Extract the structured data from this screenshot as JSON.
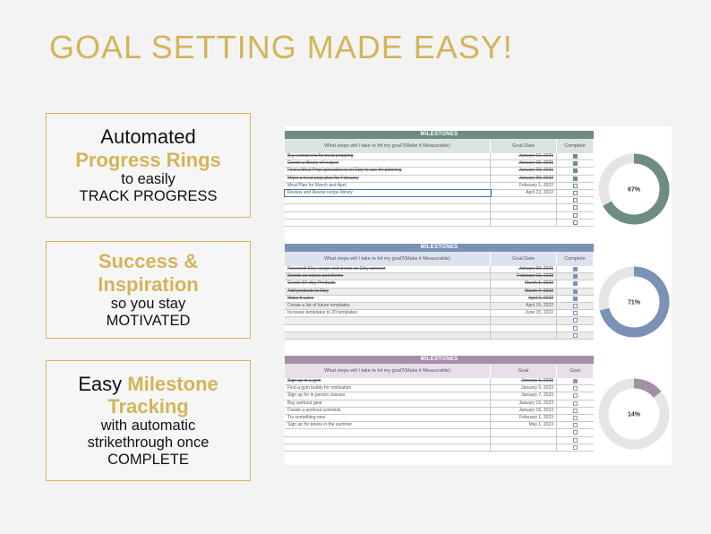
{
  "headline": "GOAL SETTING MADE EASY!",
  "features": [
    {
      "l1": "Automated",
      "l2": "Progress Rings",
      "l3": "to easily",
      "l4": "TRACK PROGRESS"
    },
    {
      "l1": "Success &",
      "l2": "Inspiration",
      "l3": "so you stay",
      "l4": "MOTIVATED"
    },
    {
      "l1": "Easy",
      "l1b": "Milestone",
      "l2": "Tracking",
      "l3": "with automatic",
      "l4": "strikethrough once",
      "l5": "COMPLETE"
    }
  ],
  "colors": {
    "gold": "#d4b45a",
    "teal": "#6e8c84",
    "blue": "#7b92b7",
    "purple": "#a58fa8",
    "ring_bg": "#e5e5e5"
  },
  "blocks": [
    {
      "title": "MILESTONES",
      "question": "What steps will I take to hit my goal?",
      "question_sub": "(Make it Measurable)",
      "date_header": "Goal Date",
      "check_header": "Complete",
      "accent": "#6e8c84",
      "sub_bg": "#dbe4df",
      "progress": 67,
      "progress_label": "67%",
      "rows": [
        {
          "text": "Buy containers for meal prepping",
          "date": "January 10, 2021",
          "done": true
        },
        {
          "text": "Create a library of recipes",
          "date": "January 15, 2021",
          "done": true
        },
        {
          "text": "Find a Meal Prep spreadsheet on Etsy to use for planning",
          "date": "January 23, 2021",
          "done": true
        },
        {
          "text": "Make a meal prep plan for February",
          "date": "January 30, 2022",
          "done": true
        },
        {
          "text": "Meal Plan for March and April",
          "date": "February 1, 2022",
          "done": false
        },
        {
          "text": "Review and Revise recipe library",
          "date": "April 23, 2022",
          "done": false
        },
        {
          "text": "",
          "date": "",
          "done": false
        },
        {
          "text": "",
          "date": "",
          "done": false
        },
        {
          "text": "",
          "date": "",
          "done": false
        },
        {
          "text": "",
          "date": "",
          "done": false
        }
      ]
    },
    {
      "title": "MILESTONES",
      "question": "What steps will I take to hit my goal?",
      "question_sub": "(Make it Measurable)",
      "date_header": "Goal Date",
      "check_header": "Complete",
      "accent": "#7b92b7",
      "sub_bg": "#dde3ee",
      "progress": 71,
      "progress_label": "71%",
      "rows": [
        {
          "text": "Research Etsy usage and create an Etsy account",
          "date": "January 30, 2021",
          "done": true
        },
        {
          "text": "Decide on colors and theme",
          "date": "February 15, 2022",
          "done": true
        },
        {
          "text": "Create 10 etsy Products",
          "date": "March 1, 2022",
          "done": true
        },
        {
          "text": "Add products to Etsy",
          "date": "March 7, 2022",
          "done": true
        },
        {
          "text": "Make 5 sales",
          "date": "April 1, 2022",
          "done": true
        },
        {
          "text": "Create a list of future templates",
          "date": "April 15, 2022",
          "done": false
        },
        {
          "text": "Increase templates to 20 templates",
          "date": "June 15, 2022",
          "done": false
        },
        {
          "text": "",
          "date": "",
          "done": false
        },
        {
          "text": "",
          "date": "",
          "done": false
        },
        {
          "text": "",
          "date": "",
          "done": false
        }
      ]
    },
    {
      "title": "MILESTONES",
      "question": "What steps will I take to hit my goal?",
      "question_sub": "(Make it Measurable)",
      "date_header": "Goal",
      "check_header": "Goal",
      "accent": "#a58fa8",
      "sub_bg": "#e8dfe9",
      "progress": 14,
      "progress_label": "14%",
      "rows": [
        {
          "text": "Sign up to a gym",
          "date": "January 1, 2023",
          "done": true
        },
        {
          "text": "Find a gym buddy for motivation",
          "date": "January 5, 2023",
          "done": false
        },
        {
          "text": "Sign up for in person classes",
          "date": "January 7, 2023",
          "done": false
        },
        {
          "text": "Buy workout gear",
          "date": "January 15, 2023",
          "done": false
        },
        {
          "text": "Create a workout schedule",
          "date": "January 16, 2023",
          "done": false
        },
        {
          "text": "Try something new",
          "date": "February 1, 2023",
          "done": false
        },
        {
          "text": "Sign up for tennis in the summer",
          "date": "May 1, 2023",
          "done": false
        },
        {
          "text": "",
          "date": "",
          "done": false
        },
        {
          "text": "",
          "date": "",
          "done": false
        },
        {
          "text": "",
          "date": "",
          "done": false
        }
      ]
    }
  ]
}
